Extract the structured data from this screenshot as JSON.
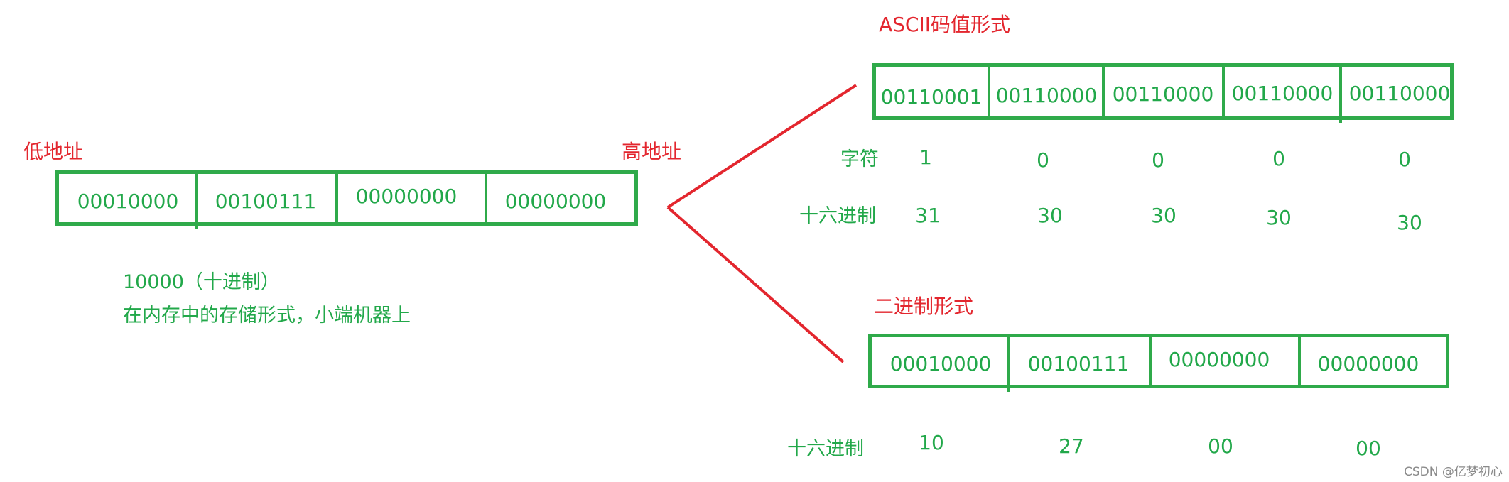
{
  "left": {
    "low_label": "低地址",
    "high_label": "高地址",
    "cells": [
      "00010000",
      "00100111",
      "00000000",
      "00000000"
    ],
    "note_line1": "10000（十进制）",
    "note_line2": "在内存中的存储形式，小端机器上"
  },
  "ascii": {
    "title": "ASCII码值形式",
    "cells": [
      "00110001",
      "00110000",
      "00110000",
      "00110000",
      "00110000"
    ],
    "char_label": "字符",
    "chars": [
      "1",
      "0",
      "0",
      "0",
      "0"
    ],
    "hex_label": "十六进制",
    "hex": [
      "31",
      "30",
      "30",
      "30",
      "30"
    ]
  },
  "binary": {
    "title": "二进制形式",
    "cells": [
      "00010000",
      "00100111",
      "00000000",
      "00000000"
    ],
    "hex_label": "十六进制",
    "hex": [
      "10",
      "27",
      "00",
      "00"
    ]
  },
  "colors": {
    "red": "#e3262e",
    "green": "#22a84a",
    "box": "#2faa4a"
  },
  "watermark": "CSDN @亿梦初心"
}
